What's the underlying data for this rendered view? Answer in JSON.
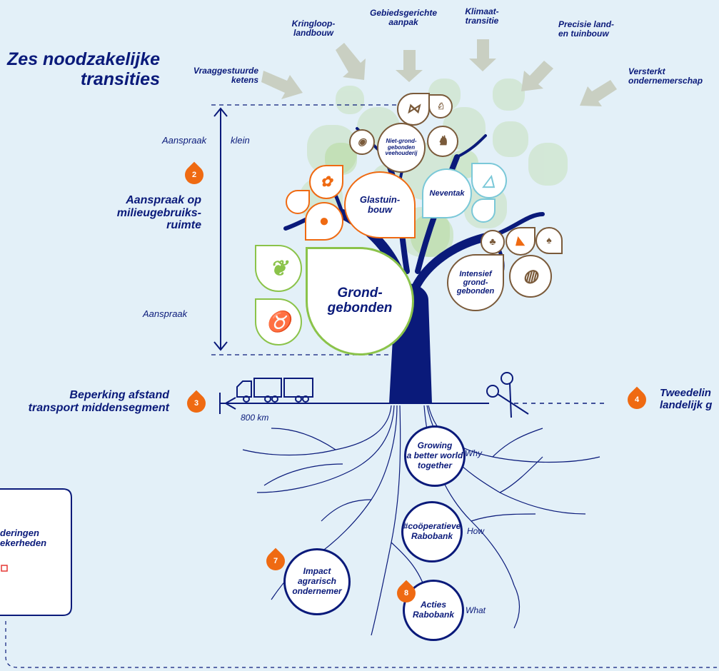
{
  "heading": {
    "line1": "Zes noodzakelijke",
    "line2": "transities"
  },
  "transitions": [
    {
      "id": "vraag",
      "l1": "Vraaggestuurde",
      "l2": "ketens"
    },
    {
      "id": "kring",
      "l1": "Kringloop-",
      "l2": "landbouw"
    },
    {
      "id": "gebied",
      "l1": "Gebiedsgerichte",
      "l2": "aanpak"
    },
    {
      "id": "klimaat",
      "l1": "Klimaat-",
      "l2": "transitie"
    },
    {
      "id": "precisie",
      "l1": "Precisie land-",
      "l2": "en tuinbouw"
    },
    {
      "id": "versterkt",
      "l1": "Versterkt",
      "l2": "ondernemerschap"
    }
  ],
  "scale": {
    "top_left": "Aanspraak",
    "top_right": "klein",
    "bottom_left": "Aanspraak"
  },
  "claim": {
    "badge": "2",
    "l1": "Aanspraak op",
    "l2": "milieugebruiks-",
    "l3": "ruimte"
  },
  "transport": {
    "badge": "3",
    "l1": "Beperking afstand",
    "l2": "transport middensegment",
    "distance": "800 km"
  },
  "divide": {
    "badge": "4",
    "l1": "Tweedelin",
    "l2": "landelijk g"
  },
  "sectors": {
    "grond": {
      "l1": "Grond-",
      "l2": "gebonden"
    },
    "glas": {
      "l1": "Glastuin-",
      "l2": "bouw"
    },
    "neven": {
      "l1": "Neventak"
    },
    "veeh": {
      "l1": "Niet-grond-",
      "l2": "gebonden",
      "l3": "veehouderij"
    },
    "intensief": {
      "l1": "Intensief",
      "l2": "grond-",
      "l3": "gebonden"
    }
  },
  "roots": {
    "why": {
      "l1": "Growing",
      "l2": "a better world",
      "l3": "together",
      "tag": "Why"
    },
    "how": {
      "l1": "#coöperatieve",
      "l2": "Rabobank",
      "tag": "How"
    },
    "what": {
      "l1": "Acties",
      "l2": "Rabobank",
      "tag": "What",
      "badge": "8"
    },
    "impact": {
      "l1": "Impact",
      "l2": "agrarisch",
      "l3": "ondernemer",
      "badge": "7"
    }
  },
  "side_box": {
    "l1": "deringen",
    "l2": "ekerheden"
  },
  "colors": {
    "navy": "#0a1a7a",
    "orange": "#ef6a12",
    "green": "#8bc34a",
    "teal": "#7ac8d8",
    "brown": "#7a5a3a",
    "background": "#e3f0f8"
  },
  "icons": [
    "fish-icon",
    "goat-icon",
    "pig-icon",
    "chicken-icon",
    "flower-icon",
    "tomato-icon",
    "tent-icon",
    "tulip-icon",
    "carrot-icon",
    "tree-icon",
    "apple-icon",
    "wheat-icon",
    "cow-icon",
    "truck-icon",
    "scissors-icon"
  ]
}
